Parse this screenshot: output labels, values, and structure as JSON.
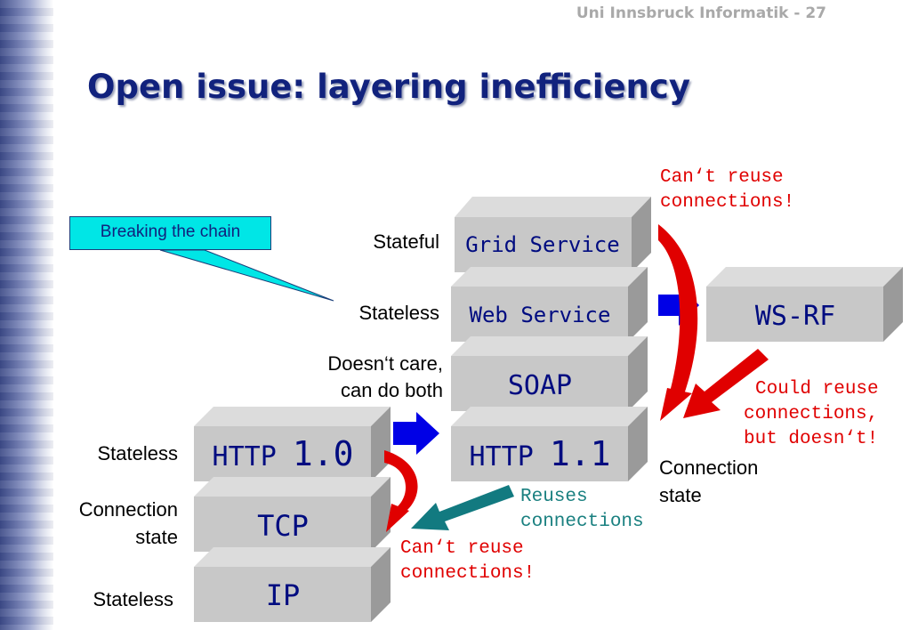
{
  "header": {
    "text": "Uni Innsbruck Informatik - 27"
  },
  "title": "Open issue: layering inefficiency",
  "callout": {
    "text": "Breaking the chain"
  },
  "stack_right": {
    "grid_service": "Grid Service",
    "web_service": "Web Service",
    "soap": "SOAP",
    "http11_prefix": "HTTP ",
    "http11_version": "1.1"
  },
  "stack_left": {
    "http10_prefix": "HTTP ",
    "http10_version": "1.0",
    "tcp": "TCP",
    "ip": "IP"
  },
  "wsrf": "WS-RF",
  "labels": {
    "stateful": "Stateful",
    "stateless_web": "Stateless",
    "doesnt_care_1": "Doesn‘t care,",
    "doesnt_care_2": "can do both",
    "stateless_http10": "Stateless",
    "connection_state_left_1": "Connection",
    "connection_state_left_2": "state",
    "stateless_ip": "Stateless",
    "connection_state_right_1": "Connection",
    "connection_state_right_2": "state"
  },
  "notes": {
    "cant_reuse_top_1": "Can‘t reuse",
    "cant_reuse_top_2": "connections!",
    "could_reuse_1": "Could reuse",
    "could_reuse_2": "connections,",
    "could_reuse_3": "but doesn‘t!",
    "reuses_1": "Reuses",
    "reuses_2": "connections",
    "cant_reuse_bottom_1": "Can‘t reuse",
    "cant_reuse_bottom_2": "connections!"
  },
  "colors": {
    "box_front": "#c8c8c8",
    "box_top": "#dcdcdc",
    "box_side": "#9a9a9a",
    "box_text": "#000c80",
    "red": "#e00000",
    "teal": "#127a80",
    "blue_arrow": "#0000e6",
    "callout_fill": "#00e6e6",
    "title": "#11227d"
  }
}
